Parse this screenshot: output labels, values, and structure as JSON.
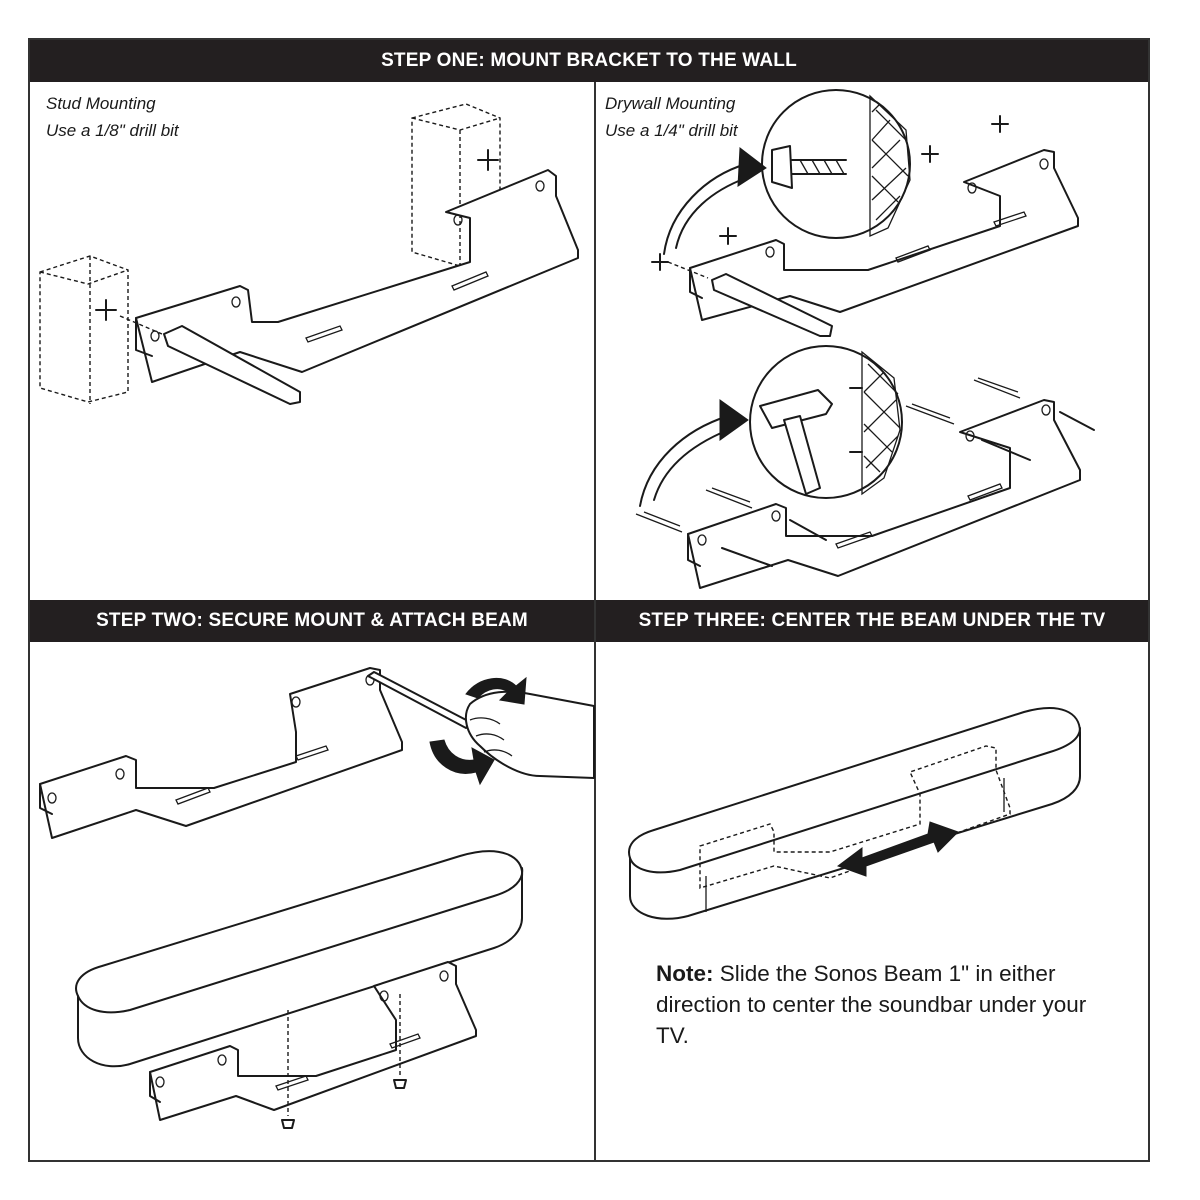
{
  "steps": {
    "one": {
      "title": "STEP ONE:  MOUNT BRACKET TO THE WALL"
    },
    "two": {
      "title": "STEP TWO:  SECURE MOUNT & ATTACH BEAM"
    },
    "three": {
      "title": "STEP THREE:  CENTER THE BEAM UNDER THE TV"
    }
  },
  "stud": {
    "line1": "Stud Mounting",
    "line2": "Use a 1/8\" drill bit"
  },
  "drywall": {
    "line1": "Drywall Mounting",
    "line2": "Use a 1/4\" drill bit"
  },
  "note": {
    "label": "Note:",
    "text": " Slide the Sonos Beam 1\" in either direction to center the soundbar under your TV."
  },
  "colors": {
    "banner": "#231f20",
    "line": "#1a1a1a"
  }
}
